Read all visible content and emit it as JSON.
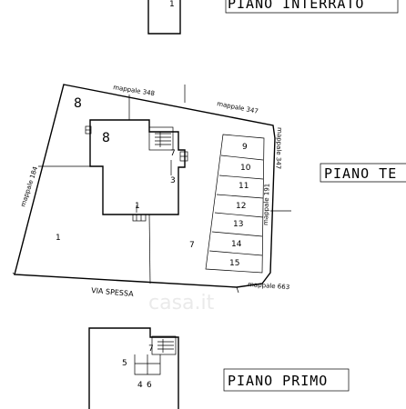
{
  "labels": {
    "piano_interrato": "PIANO  INTERRATO",
    "piano_terra": "PIANO  TE",
    "piano_primo": "PIANO  PRIMO"
  },
  "mappali": {
    "m348": "mappale 348",
    "m347a": "mappale 347",
    "m347b": "mappale 347",
    "m184": "mappale 184",
    "m191": "mappale 191",
    "m663": "mappale 663"
  },
  "street": "VIA SPESSA",
  "numbers": {
    "interrato_1": "1",
    "lot_8": "8",
    "house_8": "8",
    "n7_top": "7",
    "n3": "3",
    "n1_house": "1",
    "n1_yard": "1",
    "n7_yard": "7",
    "g9": "9",
    "g10": "10",
    "g11": "11",
    "g12": "12",
    "g13": "13",
    "g14": "14",
    "g15": "15",
    "p7": "7",
    "p5": "5",
    "p4": "4",
    "p6": "6"
  },
  "watermark": "casa.it"
}
